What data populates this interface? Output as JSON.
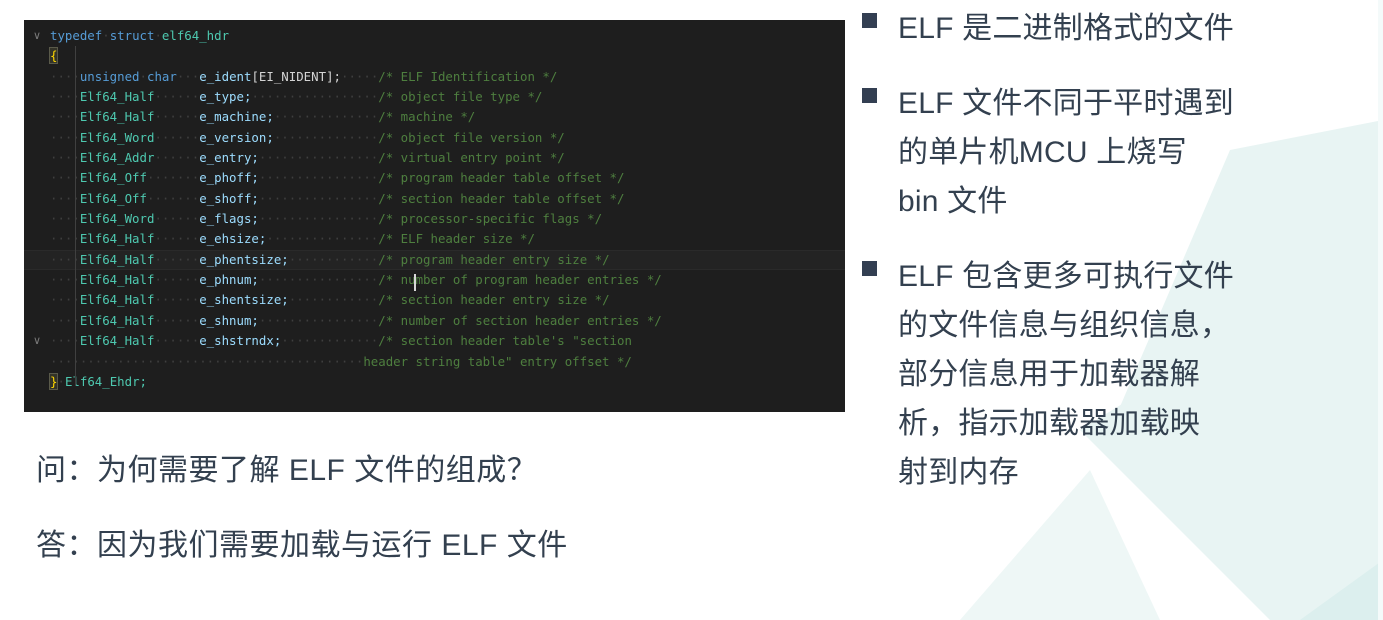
{
  "slide": {
    "background_color": "#ffffff",
    "decor_color": "#e8f4f3",
    "text_color": "#33404f",
    "bullet_color": "#333f52"
  },
  "code_block": {
    "background_color": "#1e1e1e",
    "highlight_color": "#232323",
    "language": "c",
    "fold_icon_top": "chevron-down",
    "fold_icon_bottom": "chevron-down",
    "cursor_visible": true,
    "colors": {
      "keyword": "#569cd6",
      "type": "#4ec9b0",
      "variable": "#9cdcfe",
      "comment": "#4e7f3f",
      "macro": "#c586c0",
      "brace": "#ffd700",
      "whitespace_dot": "#3f3f3f"
    },
    "lines": [
      {
        "indent": 0,
        "type": "typedef",
        "text": "typedef struct elf64_hdr",
        "comment": ""
      },
      {
        "indent": 0,
        "type": "brace",
        "text": "{",
        "comment": ""
      },
      {
        "indent": 1,
        "type": "member",
        "datatype": "unsigned char",
        "name": "e_ident[EI_NIDENT];",
        "comment": "/* ELF Identification */"
      },
      {
        "indent": 1,
        "type": "member",
        "datatype": "Elf64_Half",
        "name": "e_type;",
        "comment": "/* object file type */"
      },
      {
        "indent": 1,
        "type": "member",
        "datatype": "Elf64_Half",
        "name": "e_machine;",
        "comment": "/* machine */"
      },
      {
        "indent": 1,
        "type": "member",
        "datatype": "Elf64_Word",
        "name": "e_version;",
        "comment": "/* object file version */"
      },
      {
        "indent": 1,
        "type": "member",
        "datatype": "Elf64_Addr",
        "name": "e_entry;",
        "comment": "/* virtual entry point */"
      },
      {
        "indent": 1,
        "type": "member",
        "datatype": "Elf64_Off",
        "name": "e_phoff;",
        "comment": "/* program header table offset */"
      },
      {
        "indent": 1,
        "type": "member",
        "datatype": "Elf64_Off",
        "name": "e_shoff;",
        "comment": "/* section header table offset */"
      },
      {
        "indent": 1,
        "type": "member",
        "datatype": "Elf64_Word",
        "name": "e_flags;",
        "comment": "/* processor-specific flags */"
      },
      {
        "indent": 1,
        "type": "member",
        "datatype": "Elf64_Half",
        "name": "e_ehsize;",
        "comment": "/* ELF header size */"
      },
      {
        "indent": 1,
        "type": "member",
        "datatype": "Elf64_Half",
        "name": "e_phentsize;",
        "comment": "/* program header entry size */",
        "highlighted": true
      },
      {
        "indent": 1,
        "type": "member",
        "datatype": "Elf64_Half",
        "name": "e_phnum;",
        "comment": "/* number of program header entries */"
      },
      {
        "indent": 1,
        "type": "member",
        "datatype": "Elf64_Half",
        "name": "e_shentsize;",
        "comment": "/* section header entry size */"
      },
      {
        "indent": 1,
        "type": "member",
        "datatype": "Elf64_Half",
        "name": "e_shnum;",
        "comment": "/* number of section header entries */"
      },
      {
        "indent": 1,
        "type": "member",
        "datatype": "Elf64_Half",
        "name": "e_shstrndx;",
        "comment": "/* section header table's \"section"
      },
      {
        "indent": 1,
        "type": "wrapped",
        "text": "",
        "comment": "header string table\" entry offset */"
      },
      {
        "indent": 0,
        "type": "close",
        "text": "} Elf64_Ehdr;",
        "comment": ""
      }
    ]
  },
  "qa": {
    "question": "问：为何需要了解 ELF 文件的组成？",
    "answer": "答：因为我们需要加载与运行 ELF 文件"
  },
  "bullets": [
    {
      "text": "ELF 是二进制格式的文件"
    },
    {
      "text": "ELF 文件不同于平时遇到\n的单片机MCU 上烧写\nbin 文件"
    },
    {
      "text": "ELF 包含更多可执行文件\n的文件信息与组织信息，\n部分信息用于加载器解\n析，指示加载器加载映\n射到内存"
    }
  ]
}
